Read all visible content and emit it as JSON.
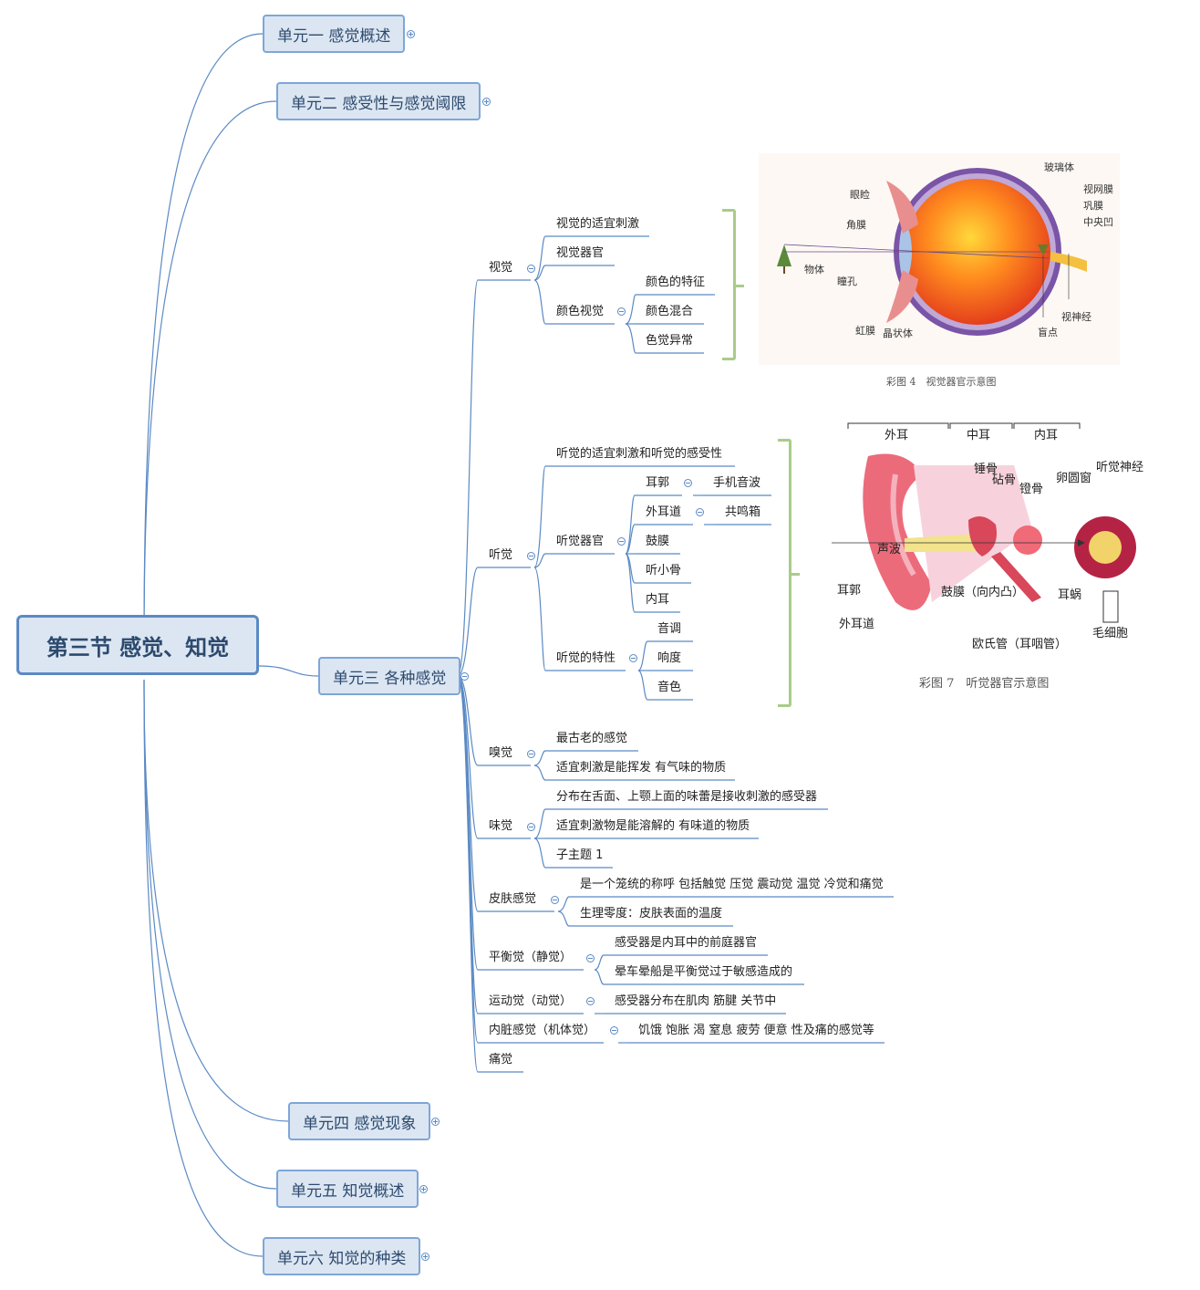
{
  "root": {
    "label": "第三节 感觉、知觉"
  },
  "units": [
    {
      "label": "单元一 感觉概述"
    },
    {
      "label": "单元二 感受性与感觉阈限"
    },
    {
      "label": "单元三 各种感觉"
    },
    {
      "label": "单元四 感觉现象"
    },
    {
      "label": "单元五 知觉概述"
    },
    {
      "label": "单元六 知觉的种类"
    }
  ],
  "vision": {
    "label": "视觉",
    "children": [
      "视觉的适宜刺激",
      "视觉器官",
      "颜色视觉"
    ],
    "color_children": [
      "颜色的特征",
      "颜色混合",
      "色觉异常"
    ]
  },
  "hearing": {
    "label": "听觉",
    "children": [
      "听觉的适宜刺激和听觉的感受性",
      "听觉器官",
      "听觉的特性"
    ],
    "organ_children": [
      "耳郭",
      "外耳道",
      "鼓膜",
      "听小骨",
      "内耳"
    ],
    "pinna_child": "手机音波",
    "canal_child": "共鸣箱",
    "traits": [
      "音调",
      "响度",
      "音色"
    ]
  },
  "smell": {
    "label": "嗅觉",
    "children": [
      "最古老的感觉",
      "适宜刺激是能挥发 有气味的物质"
    ]
  },
  "taste": {
    "label": "味觉",
    "children": [
      "分布在舌面、上颚上面的味蕾是接收刺激的感受器",
      "适宜刺激物是能溶解的 有味道的物质",
      "子主题 1"
    ]
  },
  "skin": {
    "label": "皮肤感觉",
    "children": [
      "是一个笼统的称呼 包括触觉 压觉 震动觉 温觉 冷觉和痛觉",
      "生理零度：皮肤表面的温度"
    ]
  },
  "balance": {
    "label": "平衡觉（静觉）",
    "children": [
      "感受器是内耳中的前庭器官",
      "晕车晕船是平衡觉过于敏感造成的"
    ]
  },
  "motion": {
    "label": "运动觉（动觉）",
    "children": [
      "感受器分布在肌肉 筋腱 关节中"
    ]
  },
  "visceral": {
    "label": "内脏感觉（机体觉）",
    "children": [
      "饥饿 饱胀 渴 窒息 疲劳 便意 性及痛的感觉等"
    ]
  },
  "pain": {
    "label": "痛觉"
  },
  "eye_figure": {
    "caption": "彩图 4　视觉器官示意图",
    "labels": [
      "玻璃体",
      "视网膜",
      "巩膜",
      "中央凹",
      "眼睑",
      "角膜",
      "物体",
      "瞳孔",
      "虹膜",
      "晶状体",
      "视神经",
      "盲点"
    ]
  },
  "ear_figure": {
    "caption": "彩图 7　听觉器官示意图",
    "sections": [
      "外耳",
      "中耳",
      "内耳"
    ],
    "labels": [
      "锤骨",
      "砧骨",
      "镫骨",
      "卵圆窗",
      "听觉神经",
      "声波",
      "耳郭",
      "鼓膜（向内凸）",
      "耳蜗",
      "外耳道",
      "欧氏管（耳咽管）",
      "毛细胞"
    ]
  },
  "colors": {
    "edge": "#5b8ac4",
    "unit_fill": "#dce6f2",
    "bracket": "#a9cc88"
  }
}
